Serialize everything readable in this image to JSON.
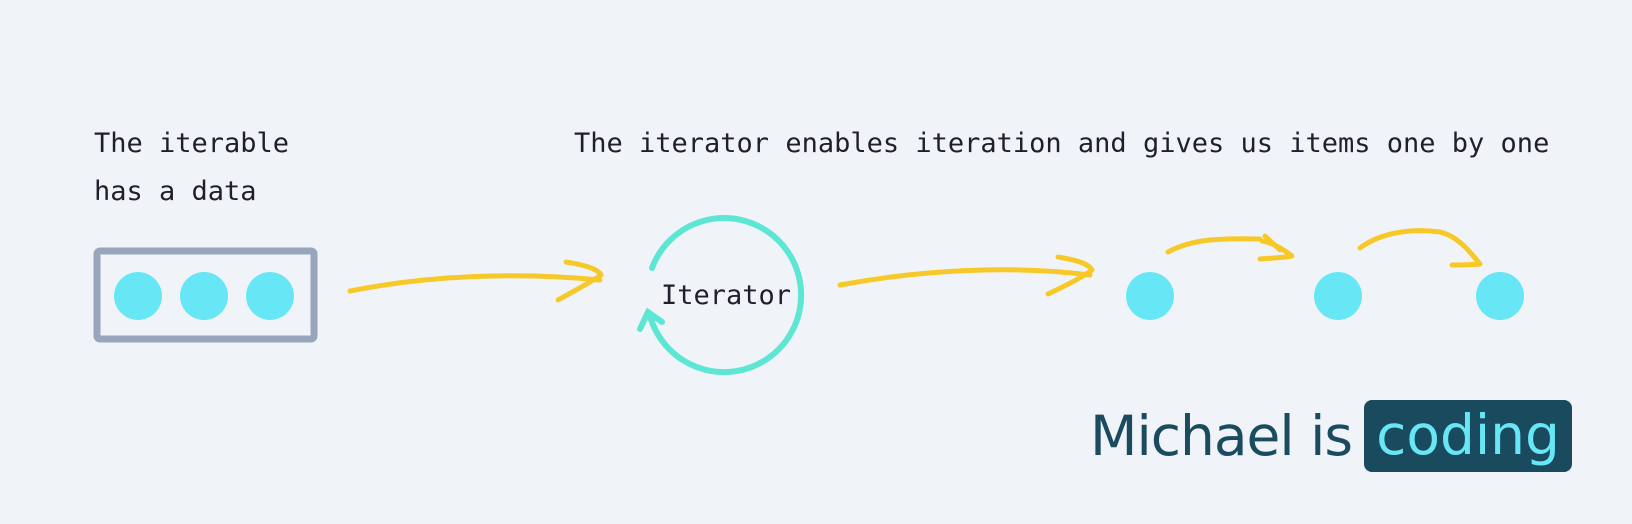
{
  "iterable": {
    "label_line1": "The iterable",
    "label_line2": "has a data"
  },
  "iterator": {
    "caption": "The iterator enables iteration and gives us items one by one",
    "node_label": "Iterator"
  },
  "brand": {
    "name": "Michael is",
    "highlight": "coding"
  },
  "colors": {
    "background": "#f0f4f8",
    "box_border": "#97a6bc",
    "item_dot": "#67e6f5",
    "arrow": "#f7c928",
    "cycle": "#5ee6d5",
    "brand_dark": "#1b4b5e"
  }
}
